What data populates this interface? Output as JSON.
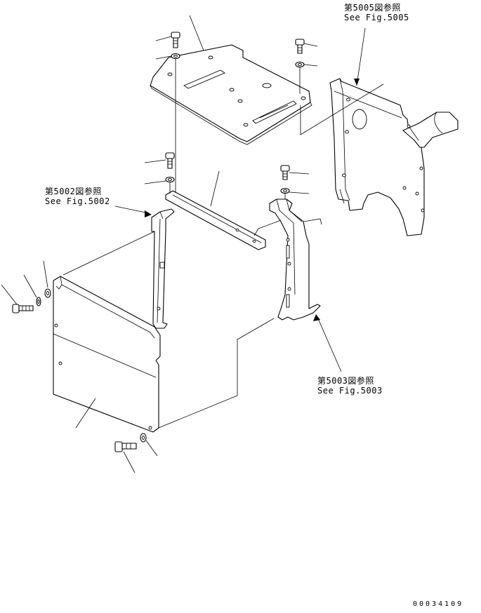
{
  "references": {
    "fig5005": {
      "jp": "第5005図参照",
      "en": "See Fig.5005"
    },
    "fig5002": {
      "jp": "第5002図参照",
      "en": "See Fig.5002"
    },
    "fig5003": {
      "jp": "第5003図参照",
      "en": "See Fig.5003"
    }
  },
  "drawing_number": "00034109"
}
